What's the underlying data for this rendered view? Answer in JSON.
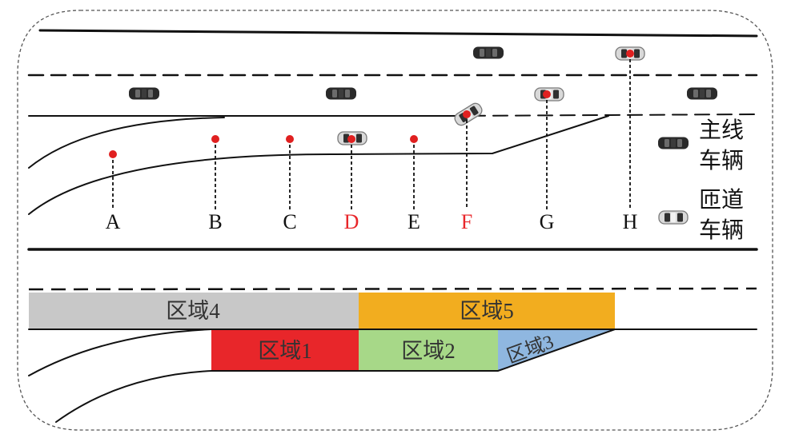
{
  "point_labels": [
    {
      "key": "A",
      "label": "A",
      "highlight": false
    },
    {
      "key": "B",
      "label": "B",
      "highlight": false
    },
    {
      "key": "C",
      "label": "C",
      "highlight": false
    },
    {
      "key": "D",
      "label": "D",
      "highlight": true
    },
    {
      "key": "E",
      "label": "E",
      "highlight": false
    },
    {
      "key": "F",
      "label": "F",
      "highlight": true
    },
    {
      "key": "G",
      "label": "G",
      "highlight": false
    },
    {
      "key": "H",
      "label": "H",
      "highlight": false
    }
  ],
  "legend": {
    "mainline_line1": "主线",
    "mainline_line2": "车辆",
    "ramp_line1": "匝道",
    "ramp_line2": "车辆"
  },
  "zones": {
    "zone1": "区域1",
    "zone2": "区域2",
    "zone3": "区域3",
    "zone4": "区域4",
    "zone5": "区域5"
  },
  "colors": {
    "zone1": "#e8262a",
    "zone2": "#a7d888",
    "zone3": "#8fb7e0",
    "zone4": "#c8c8c8",
    "zone5": "#f2ad1f",
    "highlight_label": "#e8262a",
    "marker": "#e02020",
    "mainline_car": "#2a2a2a",
    "ramp_car": "#d9d9d9"
  }
}
